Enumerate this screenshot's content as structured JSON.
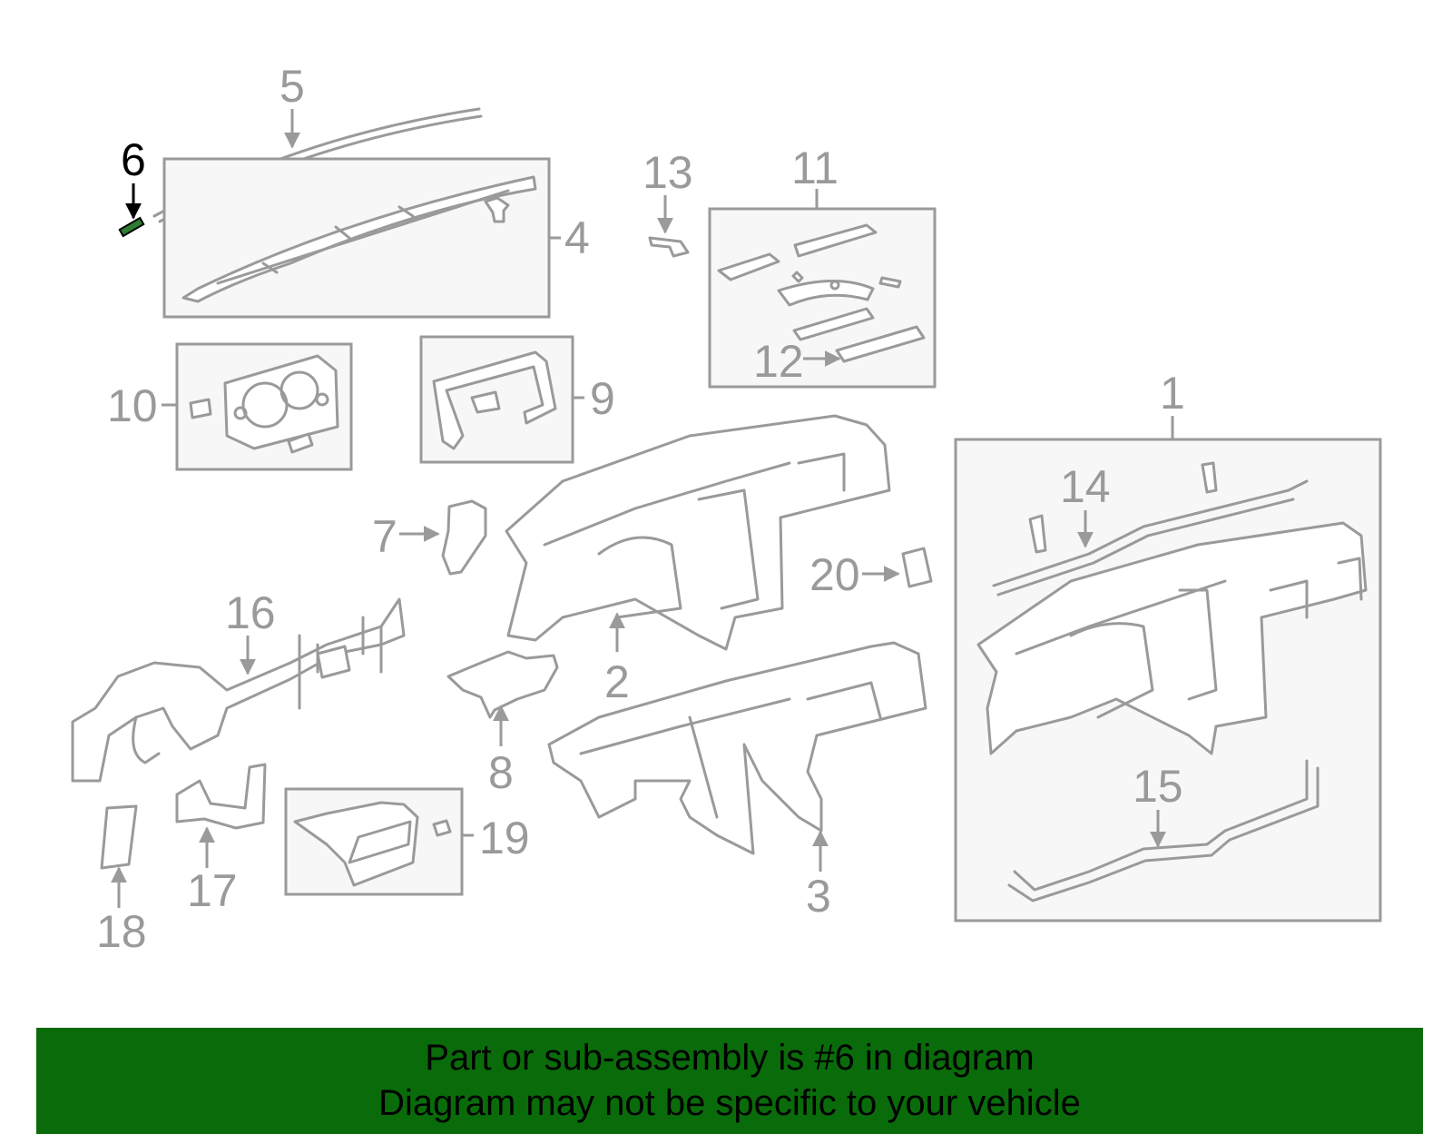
{
  "diagram": {
    "highlight_color": "#0a6b0a",
    "highlighted_part": "6",
    "callouts": [
      "1",
      "2",
      "3",
      "4",
      "5",
      "6",
      "7",
      "8",
      "9",
      "10",
      "11",
      "12",
      "13",
      "14",
      "15",
      "16",
      "17",
      "18",
      "19",
      "20"
    ]
  },
  "banner": {
    "line1": "Part or sub-assembly is #6 in diagram",
    "line2": "Diagram may not be specific to your vehicle",
    "background": "#0a6b0a"
  }
}
